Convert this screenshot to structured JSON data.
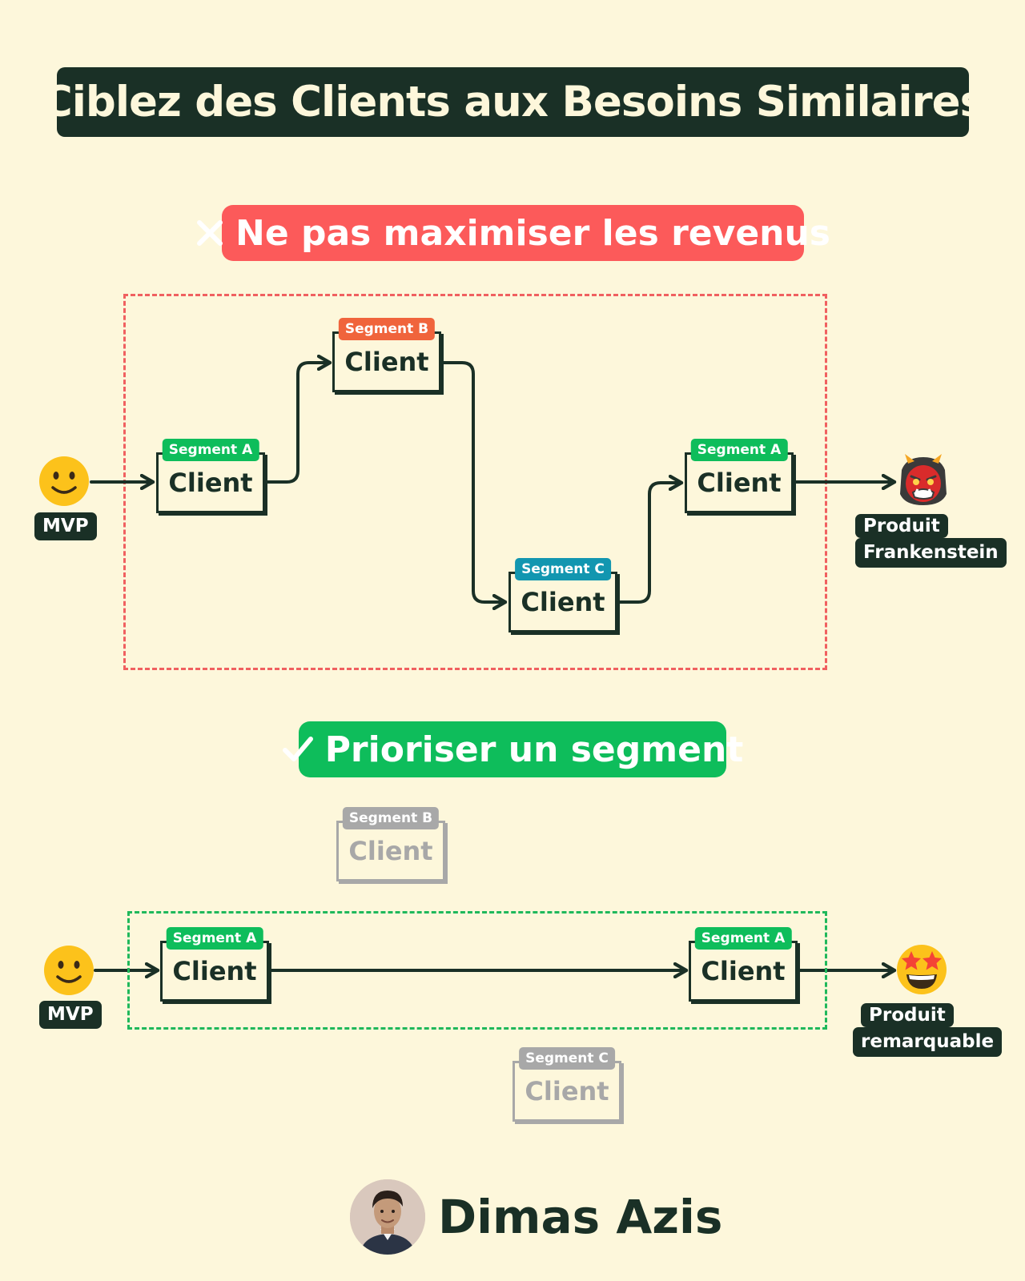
{
  "title": "Ciblez des Clients aux Besoins Similaires",
  "bad_section": {
    "heading": "Ne pas maximiser les revenus",
    "start_label": "MVP",
    "end_label_line1": "Produit",
    "end_label_line2": "Frankenstein",
    "end_icon": "ogre-face-icon",
    "nodes": [
      {
        "tag": "Segment A",
        "label": "Client"
      },
      {
        "tag": "Segment B",
        "label": "Client"
      },
      {
        "tag": "Segment C",
        "label": "Client"
      },
      {
        "tag": "Segment A",
        "label": "Client"
      }
    ]
  },
  "good_section": {
    "heading": "Prioriser un segment",
    "start_label": "MVP",
    "end_label_line1": "Produit",
    "end_label_line2": "remarquable",
    "end_icon": "star-struck-face-icon",
    "nodes": [
      {
        "tag": "Segment A",
        "label": "Client"
      },
      {
        "tag": "Segment A",
        "label": "Client"
      }
    ],
    "excluded_nodes": [
      {
        "tag": "Segment B",
        "label": "Client"
      },
      {
        "tag": "Segment C",
        "label": "Client"
      }
    ]
  },
  "author": {
    "name": "Dimas Azis"
  },
  "colors": {
    "background": "#fdf7db",
    "dark": "#1a3026",
    "red": "#fc5a5a",
    "green": "#0ebd5b",
    "segment_a": "#0ebd5b",
    "segment_b": "#f0643c",
    "segment_c": "#1296b0",
    "faded": "#a8a8a8"
  }
}
